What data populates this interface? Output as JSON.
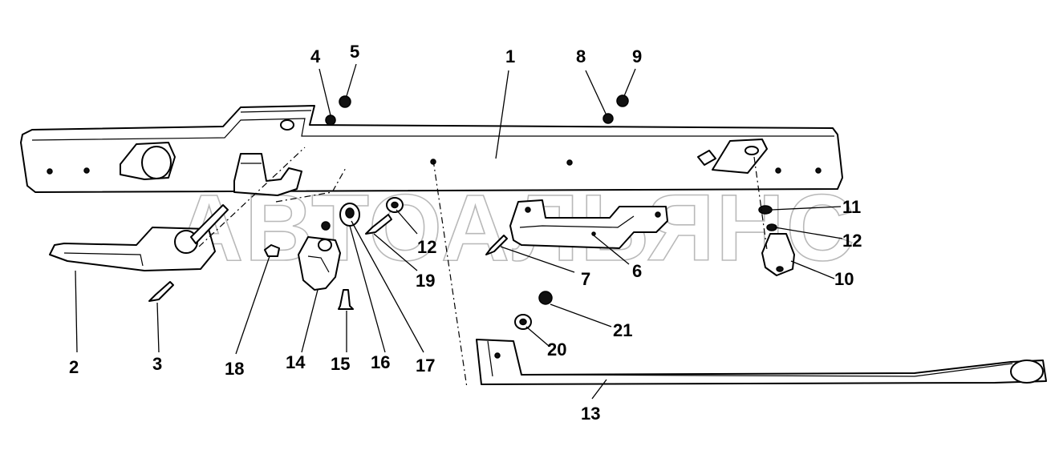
{
  "watermark": "АВТОАЛЬЯНС",
  "callouts": [
    {
      "id": "c1",
      "text": "1"
    },
    {
      "id": "c2",
      "text": "2"
    },
    {
      "id": "c3",
      "text": "3"
    },
    {
      "id": "c4",
      "text": "4"
    },
    {
      "id": "c5",
      "text": "5"
    },
    {
      "id": "c6",
      "text": "6"
    },
    {
      "id": "c7",
      "text": "7"
    },
    {
      "id": "c8",
      "text": "8"
    },
    {
      "id": "c9",
      "text": "9"
    },
    {
      "id": "c10",
      "text": "10"
    },
    {
      "id": "c11",
      "text": "11"
    },
    {
      "id": "c12a",
      "text": "12"
    },
    {
      "id": "c12b",
      "text": "12"
    },
    {
      "id": "c13",
      "text": "13"
    },
    {
      "id": "c14",
      "text": "14"
    },
    {
      "id": "c15",
      "text": "15"
    },
    {
      "id": "c16",
      "text": "16"
    },
    {
      "id": "c17",
      "text": "17"
    },
    {
      "id": "c18",
      "text": "18"
    },
    {
      "id": "c19",
      "text": "19"
    },
    {
      "id": "c20",
      "text": "20"
    },
    {
      "id": "c21",
      "text": "21"
    }
  ]
}
